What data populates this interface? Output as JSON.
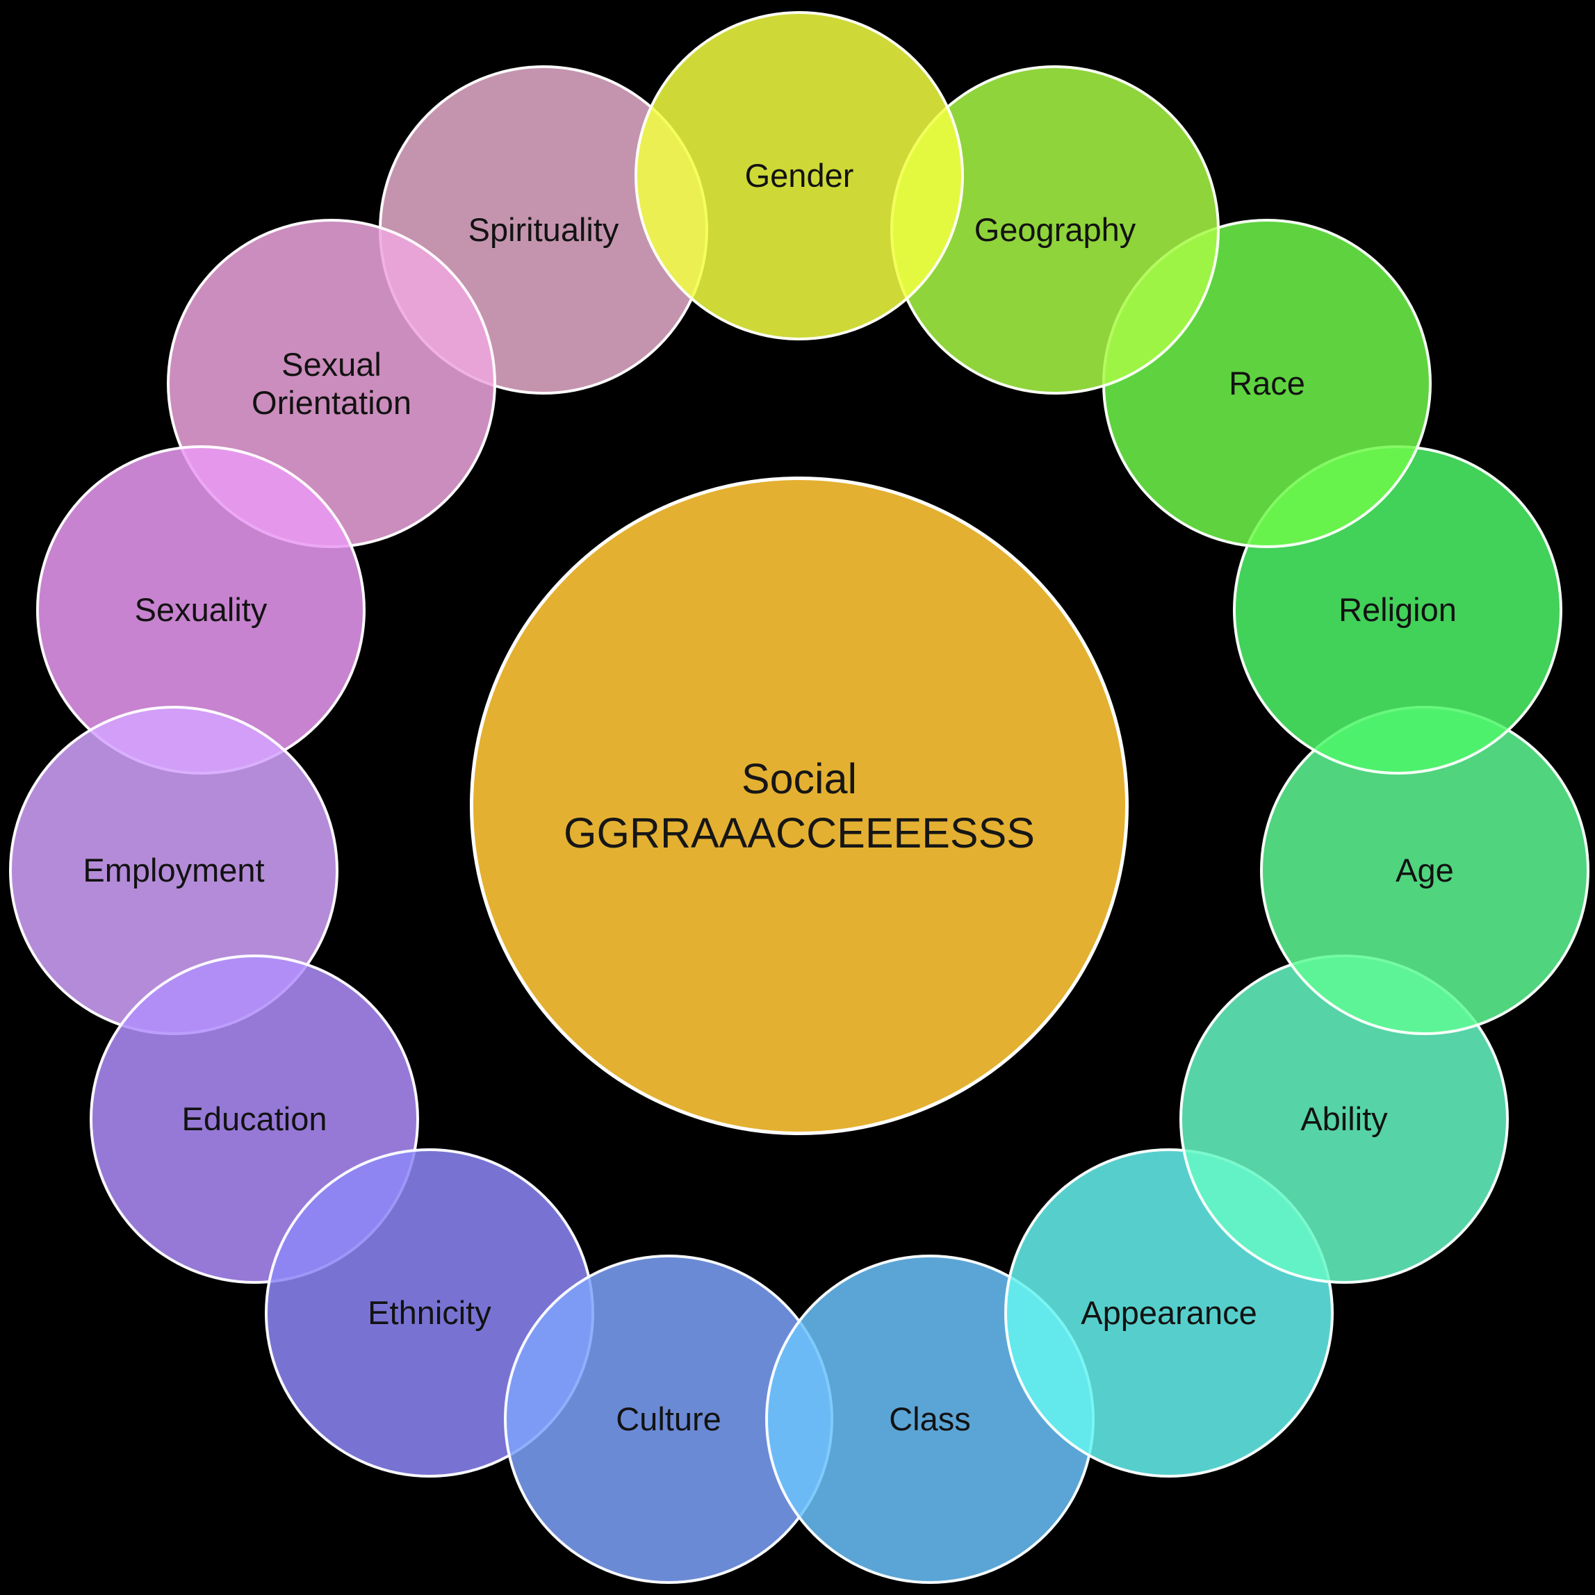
{
  "background_color": "#000000",
  "stroke_color": "#ffffff",
  "label_text_color": "#121212",
  "diagram_title": "Social GGRRAAACCEEEESSS diagram",
  "center": {
    "line1": "Social",
    "line2": "GGRRAAACCEEEESSS",
    "fill": "#e4b031"
  },
  "categories": [
    {
      "label": "Gender",
      "fill": "#cdd838",
      "fill_rgba": "rgba(242,255,66,0.85)",
      "angle_deg": -90
    },
    {
      "label": "Geography",
      "fill": "#8fd43b",
      "fill_rgba": "rgba(168,249,69,0.85)",
      "angle_deg": -66
    },
    {
      "label": "Race",
      "fill": "#5ed33f",
      "fill_rgba": "rgba(111,248,74,0.85)",
      "angle_deg": -42
    },
    {
      "label": "Religion",
      "fill": "#42d158",
      "fill_rgba": "rgba(78,246,104,0.85)",
      "angle_deg": -18
    },
    {
      "label": "Age",
      "fill": "#50d47e",
      "fill_rgba": "rgba(94,249,148,0.85)",
      "angle_deg": 6
    },
    {
      "label": "Ability",
      "fill": "#56d3a7",
      "fill_rgba": "rgba(101,248,196,0.85)",
      "angle_deg": 30
    },
    {
      "label": "Appearance",
      "fill": "#56cfcc",
      "fill_rgba": "rgba(101,243,240,0.85)",
      "angle_deg": 54
    },
    {
      "label": "Class",
      "fill": "#5ba5d6",
      "fill_rgba": "rgba(107,194,252,0.85)",
      "angle_deg": 78
    },
    {
      "label": "Culture",
      "fill": "#6b8ad6",
      "fill_rgba": "rgba(126,162,252,0.85)",
      "angle_deg": 102
    },
    {
      "label": "Ethnicity",
      "fill": "#7873d2",
      "fill_rgba": "rgba(141,135,247,0.85)",
      "angle_deg": 126
    },
    {
      "label": "Education",
      "fill": "#9679d6",
      "fill_rgba": "rgba(176,142,252,0.85)",
      "angle_deg": 150
    },
    {
      "label": "Employment",
      "fill": "#b38ad8",
      "fill_rgba": "rgba(211,163,254,0.85)",
      "angle_deg": 174
    },
    {
      "label": "Sexuality",
      "fill": "#c783cf",
      "fill_rgba": "rgba(234,154,243,0.85)",
      "angle_deg": 198
    },
    {
      "label": "Sexual Orientation",
      "fill": "#cb8dbd",
      "fill_rgba": "rgba(239,166,222,0.85)",
      "angle_deg": 222
    },
    {
      "label": "Spirituality",
      "fill": "#c494ae",
      "fill_rgba": "rgba(230,174,205,0.85)",
      "angle_deg": 246
    }
  ],
  "layout_note": "15 category circles arranged in a ring around central circle"
}
